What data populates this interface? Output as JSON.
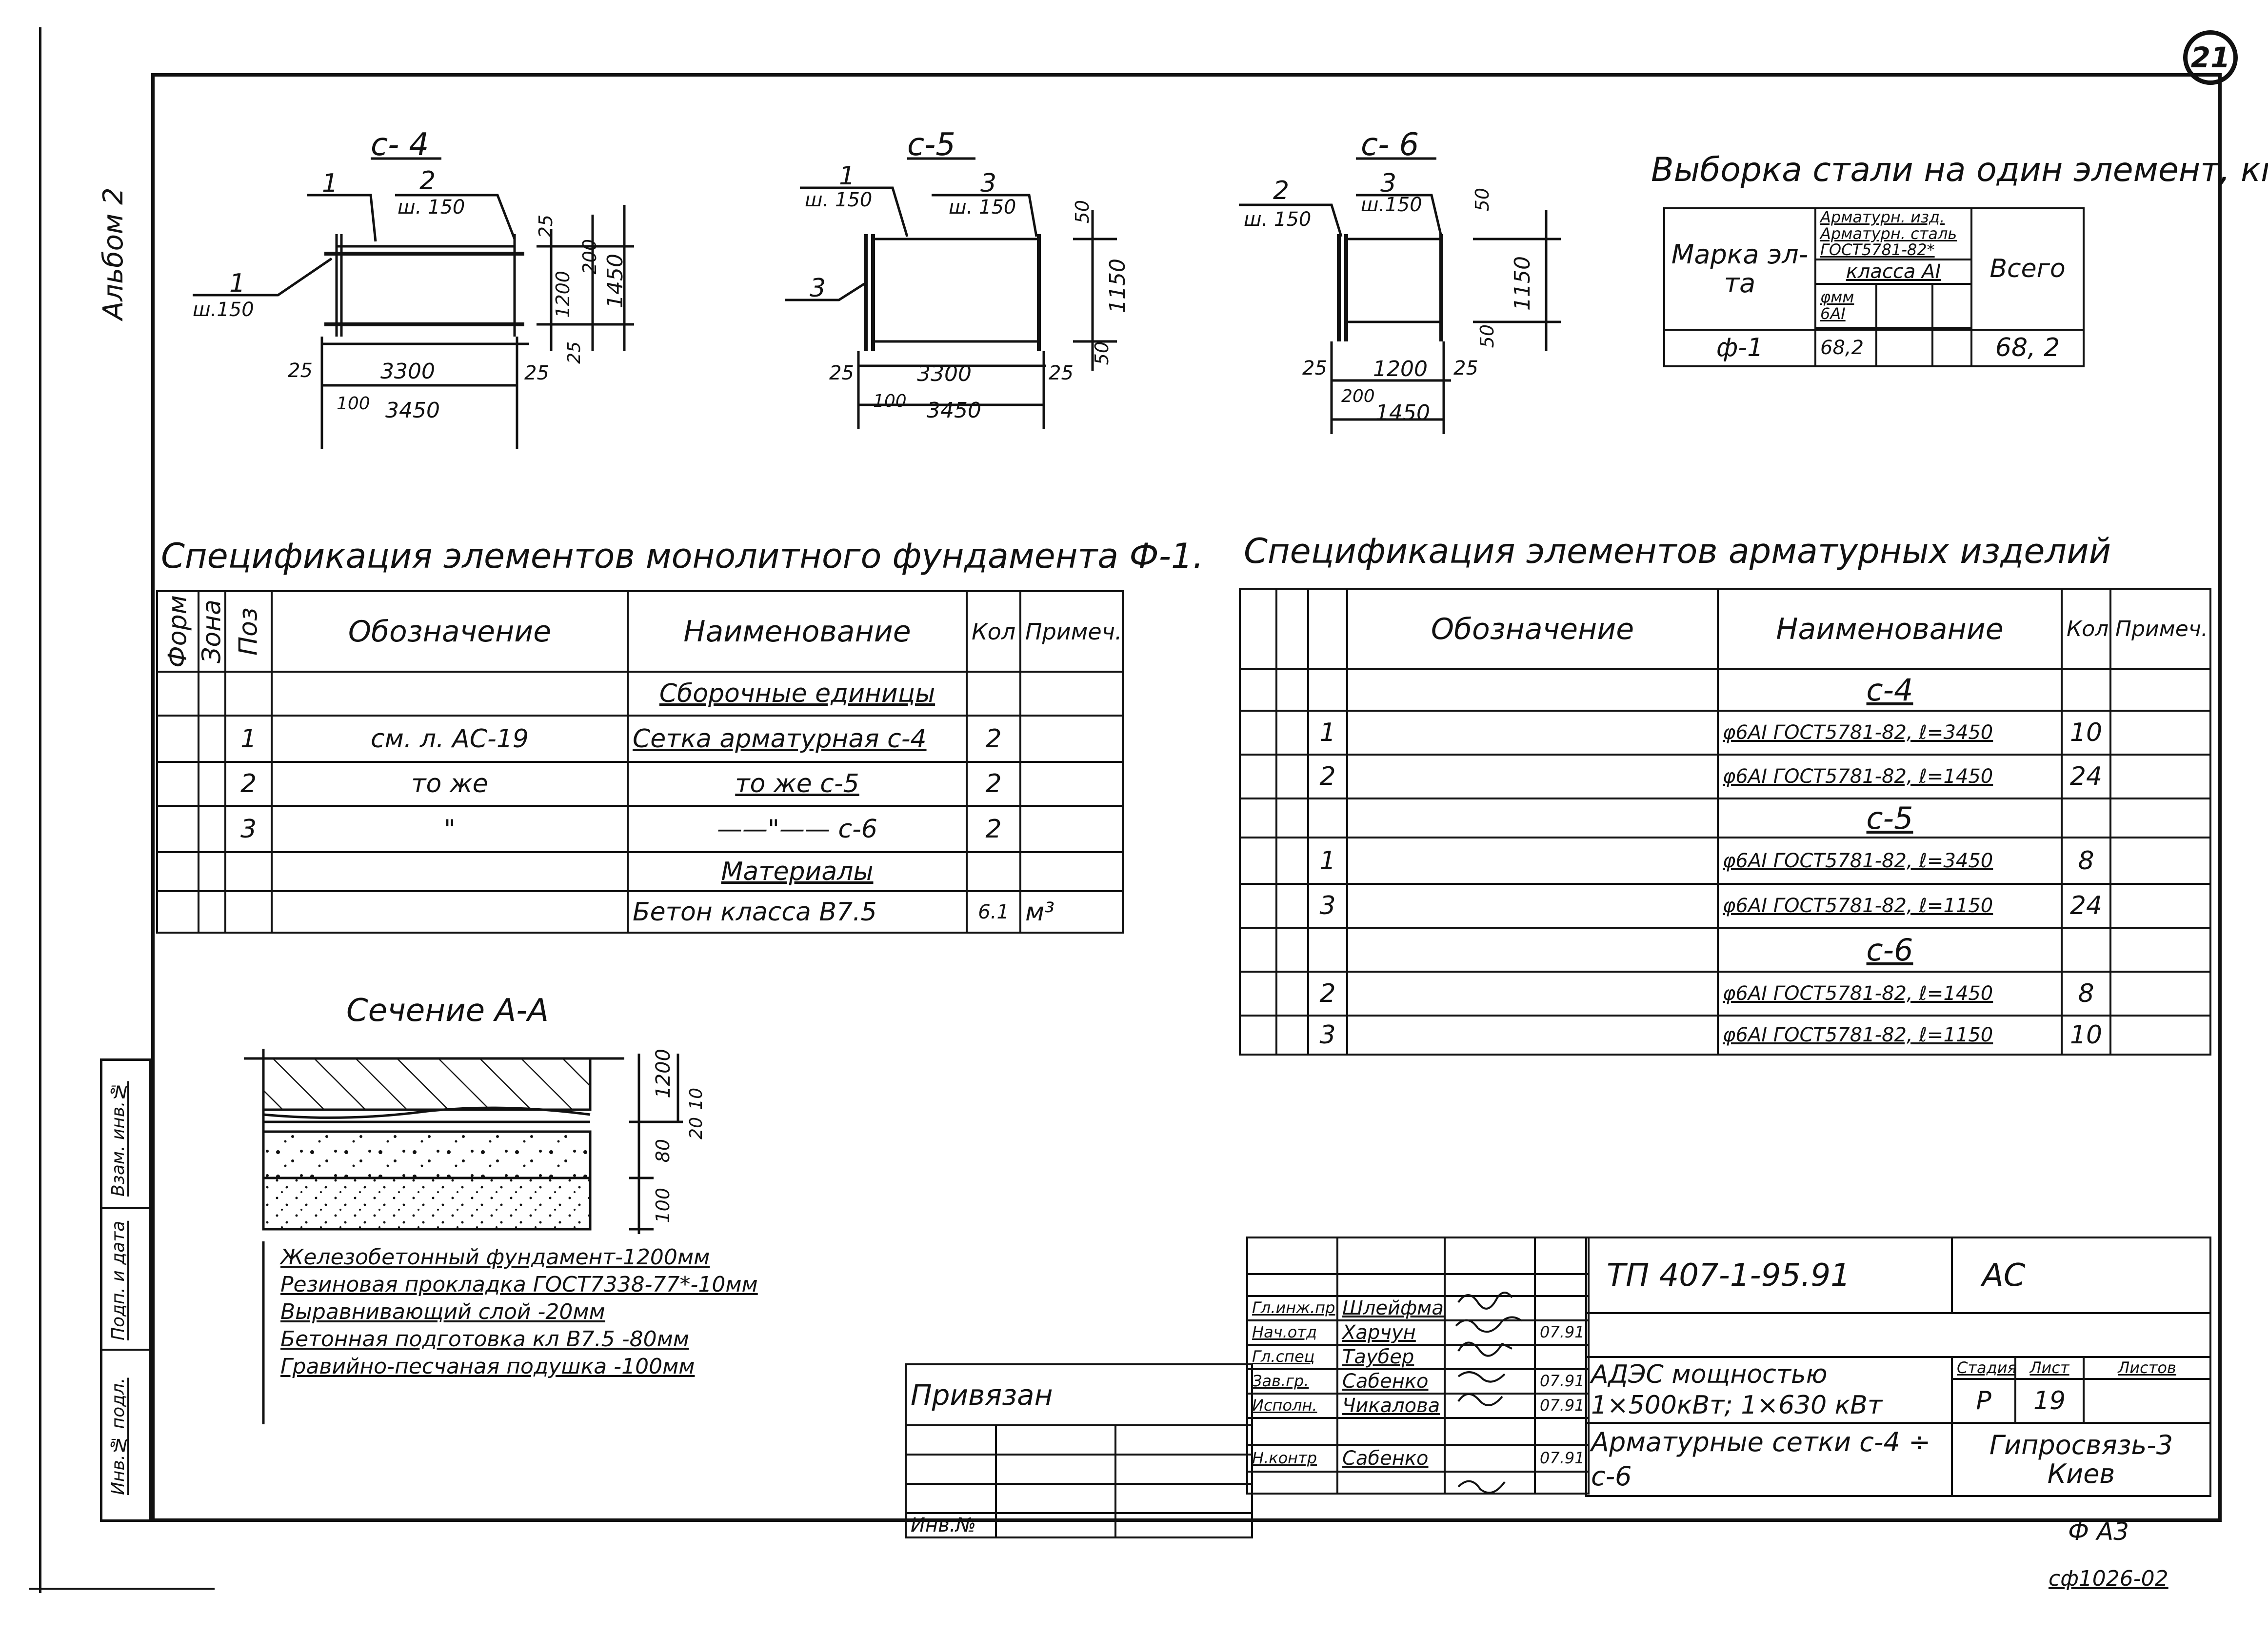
{
  "page": {
    "sheet_number": "21",
    "side_label": "Альбом 2"
  },
  "stamp_strip": [
    "Инв.№ подл.",
    "Подп. и дата",
    "Взам. инв.№"
  ],
  "drawings": {
    "c4": {
      "title": "с- 4",
      "callout_1_top": "1",
      "callout_2_top": "2",
      "callout_2_step": "ш. 150",
      "callout_1_left": "1",
      "callout_1_left_step": "ш.150",
      "dim_25_top": "25",
      "dim_200": "200",
      "dim_1200": "1200",
      "dim_1450": "1450",
      "dim_25_bot": "25",
      "dim_25_l": "25",
      "dim_3300": "3300",
      "dim_25_r": "25",
      "dim_100": "100",
      "dim_3450": "3450"
    },
    "c5": {
      "title": "с-5",
      "callout_1": "1",
      "callout_1_step": "ш. 150",
      "callout_3": "3",
      "callout_3_step": "ш. 150",
      "callout_3_left": "3",
      "dim_50_top": "50",
      "dim_1150": "1150",
      "dim_50_bot": "50",
      "dim_25_l": "25",
      "dim_3300": "3300",
      "dim_25_r": "25",
      "dim_100": "100",
      "dim_3450": "3450"
    },
    "c6": {
      "title": "с- 6",
      "callout_2": "2",
      "callout_2_step": "ш. 150",
      "callout_3": "3",
      "callout_3_step": "ш.150",
      "dim_50_top": "50",
      "dim_1150": "1150",
      "dim_50_bot": "50",
      "dim_25_l": "25",
      "dim_1200": "1200",
      "dim_25_r": "25",
      "dim_200": "200",
      "dim_1450": "1450"
    }
  },
  "steel_table": {
    "title": "Выборка стали на один элемент, кг",
    "h_mark": "Марка эл-та",
    "h_group1": "Арматурн. изд.",
    "h_group2": "Арматурн. сталь ГОСТ5781-82*",
    "h_class": "класса АI",
    "h_dia": "φмм 6АI",
    "h_total": "Всего",
    "row_mark": "ф-1",
    "row_val": "68,2",
    "row_total": "68, 2"
  },
  "spec_left": {
    "title": "Спецификация элементов монолитного фундамента Ф-1.",
    "headers": {
      "format": "Форм",
      "zone": "Зона",
      "pos": "Поз",
      "designation": "Обозначение",
      "name": "Наименование",
      "qty": "Кол",
      "note": "Примеч."
    },
    "rows": [
      {
        "pos": "",
        "designation": "",
        "name": "Сборочные единицы",
        "qty": "",
        "note": ""
      },
      {
        "pos": "1",
        "designation": "см. л. АС-19",
        "name": "Сетка арматурная с-4",
        "qty": "2",
        "note": ""
      },
      {
        "pos": "2",
        "designation": "то же",
        "name": "то же    с-5",
        "qty": "2",
        "note": ""
      },
      {
        "pos": "3",
        "designation": "\"",
        "name": "——\"——   с-6",
        "qty": "2",
        "note": ""
      },
      {
        "pos": "",
        "designation": "",
        "name": "Материалы",
        "qty": "",
        "note": ""
      },
      {
        "pos": "",
        "designation": "",
        "name": "Бетон класса В7.5",
        "qty": "6.1",
        "note": "м³"
      }
    ]
  },
  "spec_right": {
    "title": "Спецификация элементов арматурных изделий",
    "headers": {
      "designation": "Обозначение",
      "name": "Наименование",
      "qty": "Кол.",
      "note": "Примеч."
    },
    "rows": [
      {
        "pos": "",
        "name": "с-4",
        "qty": ""
      },
      {
        "pos": "1",
        "name": "φ6АI ГОСТ5781-82, ℓ=3450",
        "qty": "10"
      },
      {
        "pos": "2",
        "name": "φ6АI ГОСТ5781-82, ℓ=1450",
        "qty": "24"
      },
      {
        "pos": "",
        "name": "с-5",
        "qty": ""
      },
      {
        "pos": "1",
        "name": "φ6АI ГОСТ5781-82, ℓ=3450",
        "qty": "8"
      },
      {
        "pos": "3",
        "name": "φ6АI ГОСТ5781-82, ℓ=1150",
        "qty": "24"
      },
      {
        "pos": "",
        "name": "с-6",
        "qty": ""
      },
      {
        "pos": "2",
        "name": "φ6АI ГОСТ5781-82, ℓ=1450",
        "qty": "8"
      },
      {
        "pos": "3",
        "name": "φ6АI ГОСТ5781-82, ℓ=1150",
        "qty": "10"
      }
    ]
  },
  "section": {
    "title": "Сечение А-А",
    "dim_1200": "1200",
    "dim_10": "10",
    "dim_20": "20",
    "dim_80": "80",
    "dim_100": "100",
    "layers": [
      "Железобетонный фундамент-1200мм",
      "Резиновая прокладка ГОСТ7338-77*-10мм",
      "Выравнивающий слой              -20мм",
      "Бетонная подготовка кл В7.5 -80мм",
      "Гравийно-песчаная подушка -100мм"
    ]
  },
  "privyazan": {
    "label": "Привязан",
    "inv": "Инв.№"
  },
  "title_block": {
    "code": "ТП 407-1-95.91",
    "mark": "АС",
    "object": "АДЭС мощностью 1×500кВт; 1×630 кВт",
    "sheet_title": "Арматурные сетки  с-4 ÷ с-6",
    "stage_h": "Стадия",
    "sheet_h": "Лист",
    "sheets_h": "Листов",
    "stage": "Р",
    "sheet": "19",
    "sheets": "",
    "org": "Гипросвязь-3 Киев",
    "people": [
      {
        "role": "Гл.инж.пр",
        "name": "Шлейфман",
        "date": ""
      },
      {
        "role": "Нач.отд",
        "name": "Харчун",
        "date": "07.91"
      },
      {
        "role": "Гл.спец",
        "name": "Таубер",
        "date": ""
      },
      {
        "role": "Зав.гр.",
        "name": "Сабенко",
        "date": "07.91"
      },
      {
        "role": "Исполн.",
        "name": "Чикалова",
        "date": "07.91"
      },
      {
        "role": "",
        "name": "",
        "date": ""
      },
      {
        "role": "Н.контр",
        "name": "Сабенко",
        "date": "07.91"
      }
    ],
    "format": "Ф А3",
    "stamp_code": "сф1026-02"
  }
}
